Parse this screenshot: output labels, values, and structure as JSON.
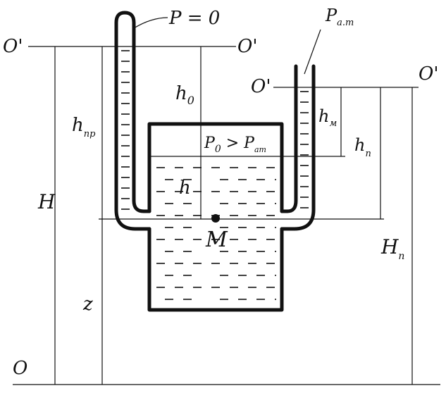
{
  "labels": {
    "O_prime_left": "O'",
    "O_prime_mid": "O'",
    "O_prime_right_a": "O'",
    "O_prime_right_b": "O'",
    "O_base": "O",
    "P_zero": "P = 0",
    "P_at_main": "P",
    "P_at_sub": "a.т",
    "h0_main": "h",
    "h0_sub": "0",
    "hpr_main": "h",
    "hpr_sub": "пр",
    "H": "H",
    "h": "h",
    "z": "z",
    "M": "M",
    "P0_main": "P",
    "P0_sub": "0",
    "P0_gt": " > P",
    "P0_sub2": "ат",
    "hm_main": "h",
    "hm_sub": "м",
    "hp_main": "h",
    "hp_sub": "п",
    "Hp_main": "H",
    "Hp_sub": "п"
  }
}
